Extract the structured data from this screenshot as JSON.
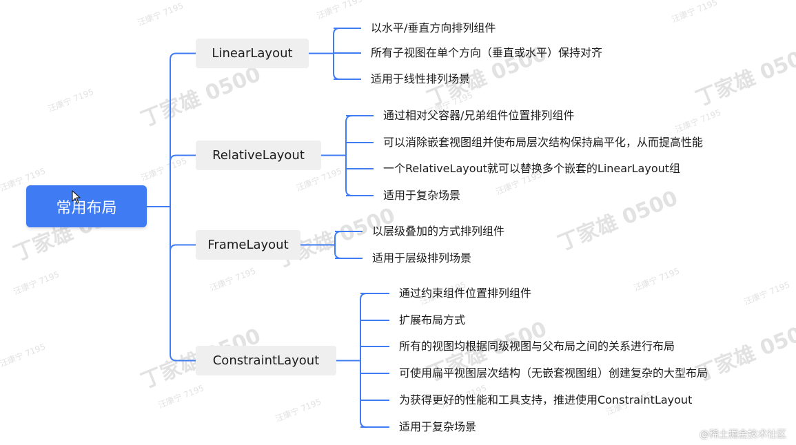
{
  "root": {
    "label": "常用布局"
  },
  "branches": [
    {
      "label": "LinearLayout",
      "items": [
        "以水平/垂直方向排列组件",
        "所有子视图在单个方向（垂直或水平）保持对齐",
        "适用于线性排列场景"
      ]
    },
    {
      "label": "RelativeLayout",
      "items": [
        "通过相对父容器/兄弟组件位置排列组件",
        "可以消除嵌套视图组并使布局层次结构保持扁平化，从而提高性能",
        "一个RelativeLayout就可以替换多个嵌套的LinearLayout组",
        "适用于复杂场景"
      ]
    },
    {
      "label": "FrameLayout",
      "items": [
        "以层级叠加的方式排列组件",
        "适用于层级排列场景"
      ]
    },
    {
      "label": "ConstraintLayout",
      "items": [
        "通过约束组件位置排列组件",
        "扩展布局方式",
        "所有的视图均根据同级视图与父布局之间的关系进行布局",
        "可使用扁平视图层次结构（无嵌套视图组）创建复杂的大型布局",
        "为获得更好的性能和工具支持，推进使用ConstraintLayout",
        "适用于复杂场景"
      ]
    }
  ],
  "watermarks": {
    "large": "丁家雄 0500",
    "small": "汪康宁 7195"
  },
  "credit": "@稀土掘金技术社区",
  "colors": {
    "connector": "#3f7cf4",
    "root_fill": "#3f7cf4",
    "branch_fill": "#efefef"
  }
}
